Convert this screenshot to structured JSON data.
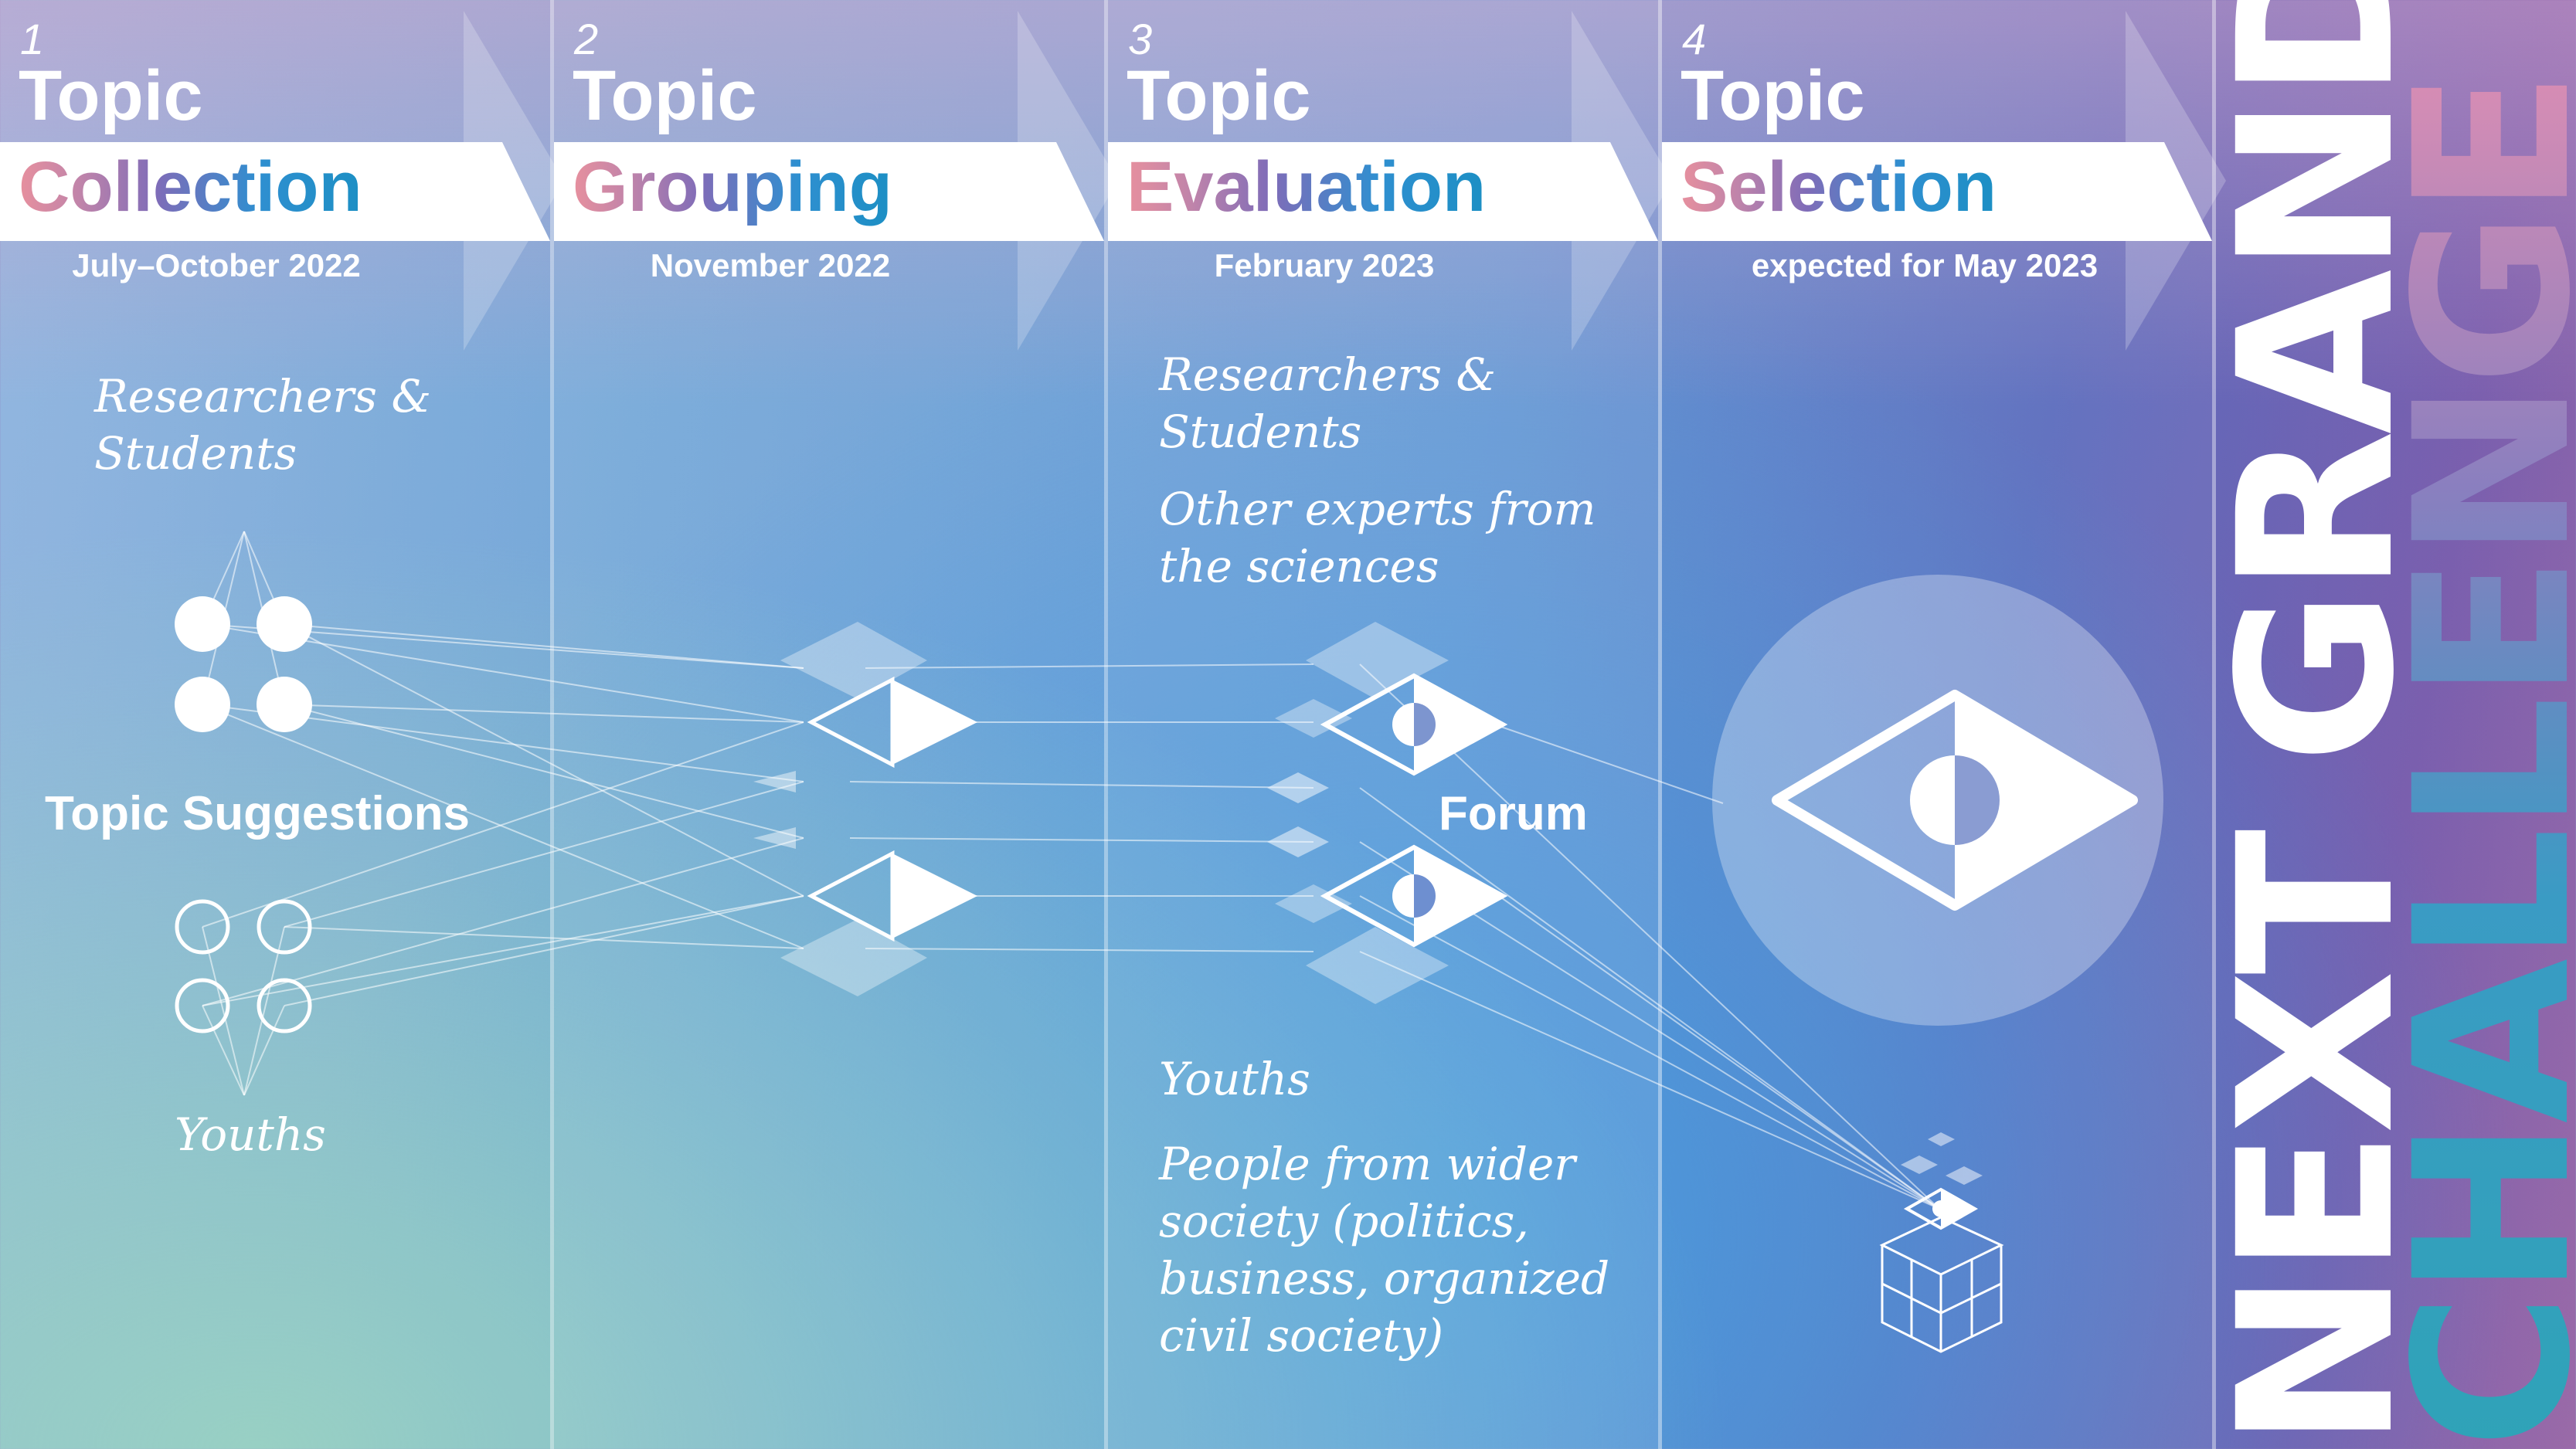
{
  "steps": [
    {
      "number": "1",
      "topic": "Topic",
      "stage_first": "C",
      "stage_rest": "ollection",
      "date": "July–October 2022"
    },
    {
      "number": "2",
      "topic": "Topic",
      "stage_first": "G",
      "stage_rest": "rouping",
      "date": "November 2022"
    },
    {
      "number": "3",
      "topic": "Topic",
      "stage_first": "E",
      "stage_rest": "valuation",
      "date": "February 2023"
    },
    {
      "number": "4",
      "topic": "Topic",
      "stage_first": "S",
      "stage_rest": "election",
      "date": "expected for May 2023"
    }
  ],
  "participants": {
    "collection_top": "Researchers &\nStudents",
    "collection_bottom": "Youths",
    "evaluation_top_1": "Researchers &\nStudents",
    "evaluation_top_2": "Other experts from\nthe sciences",
    "evaluation_bottom_1": "Youths",
    "evaluation_bottom_2": "People from wider\nsociety (politics,\nbusiness, organized\ncivil society)"
  },
  "labels": {
    "topic_suggestions": "Topic Suggestions",
    "forum": "Forum"
  },
  "title": {
    "line1": "NEXT GRAND",
    "line2": "CHALLENGE"
  },
  "icons": [
    "dot-icon",
    "ring-icon",
    "triangle-icon",
    "eye-diamond-icon",
    "ballot-box-icon"
  ]
}
